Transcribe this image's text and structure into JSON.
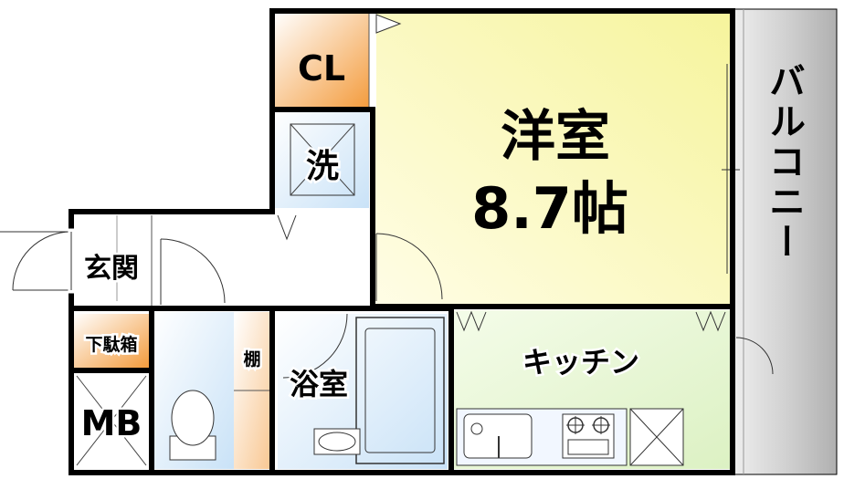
{
  "rooms": {
    "western_room": {
      "name": "洋室",
      "size": "8.7帖"
    },
    "closet": "CL",
    "washer": "洗",
    "entrance": "玄関",
    "shoe_box": "下駄箱",
    "meter_box": "MB",
    "shelf": "棚",
    "bathroom": "浴室",
    "kitchen": "キッチン",
    "balcony": "バルコニー"
  },
  "colors": {
    "western_room_gradient": [
      "#fffde0",
      "#f8f7a0"
    ],
    "closet_gradient": [
      "#ffffff",
      "#f4a346"
    ],
    "wet_area_gradient": [
      "#ffffff",
      "#cfe6f8"
    ],
    "kitchen_gradient": [
      "#f2fbe6",
      "#dff3c8"
    ],
    "balcony_gradient": [
      "#f2f2f2",
      "#b8b8b8"
    ],
    "wall": "#000000"
  }
}
